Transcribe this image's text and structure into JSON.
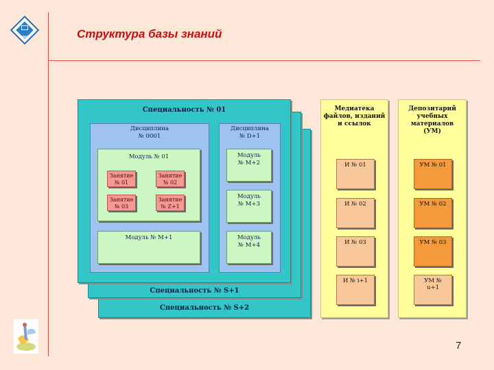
{
  "header": {
    "title": "Структура базы знаний",
    "page_number": "7",
    "logo_text": "ЛМФ"
  },
  "specialties": {
    "s1": "Специальность № 01",
    "s2": "Специальность № S+1",
    "s3": "Специальность № S+2"
  },
  "disciplines": {
    "d1": "Дисциплина\n№ 0001",
    "d2": "Дисциплина\n№ D+1"
  },
  "modules": {
    "m1": "Модуль № 01",
    "m2": "Модуль № M+1",
    "m3": "Модуль\n№ M+2",
    "m4": "Модуль\n№ M+3",
    "m5": "Модуль\n№ M+4"
  },
  "lessons": {
    "l1": "Занятие\n№ 01",
    "l2": "Занятие\n№ 02",
    "l3": "Занятие\n№ 03",
    "l4": "Занятие\n№ Z+1"
  },
  "media": {
    "title": "Медиатека\nфайлов, изданий\nи ссылок",
    "items": [
      "И № 01",
      "И № 02",
      "И № 03",
      "И № i+1"
    ]
  },
  "depository": {
    "title": "Депозитарий\nучебных\nматериалов\n(УМ)",
    "items": [
      "УМ № 01",
      "УМ № 02",
      "УМ № 03",
      "УМ №\nu+1"
    ]
  }
}
